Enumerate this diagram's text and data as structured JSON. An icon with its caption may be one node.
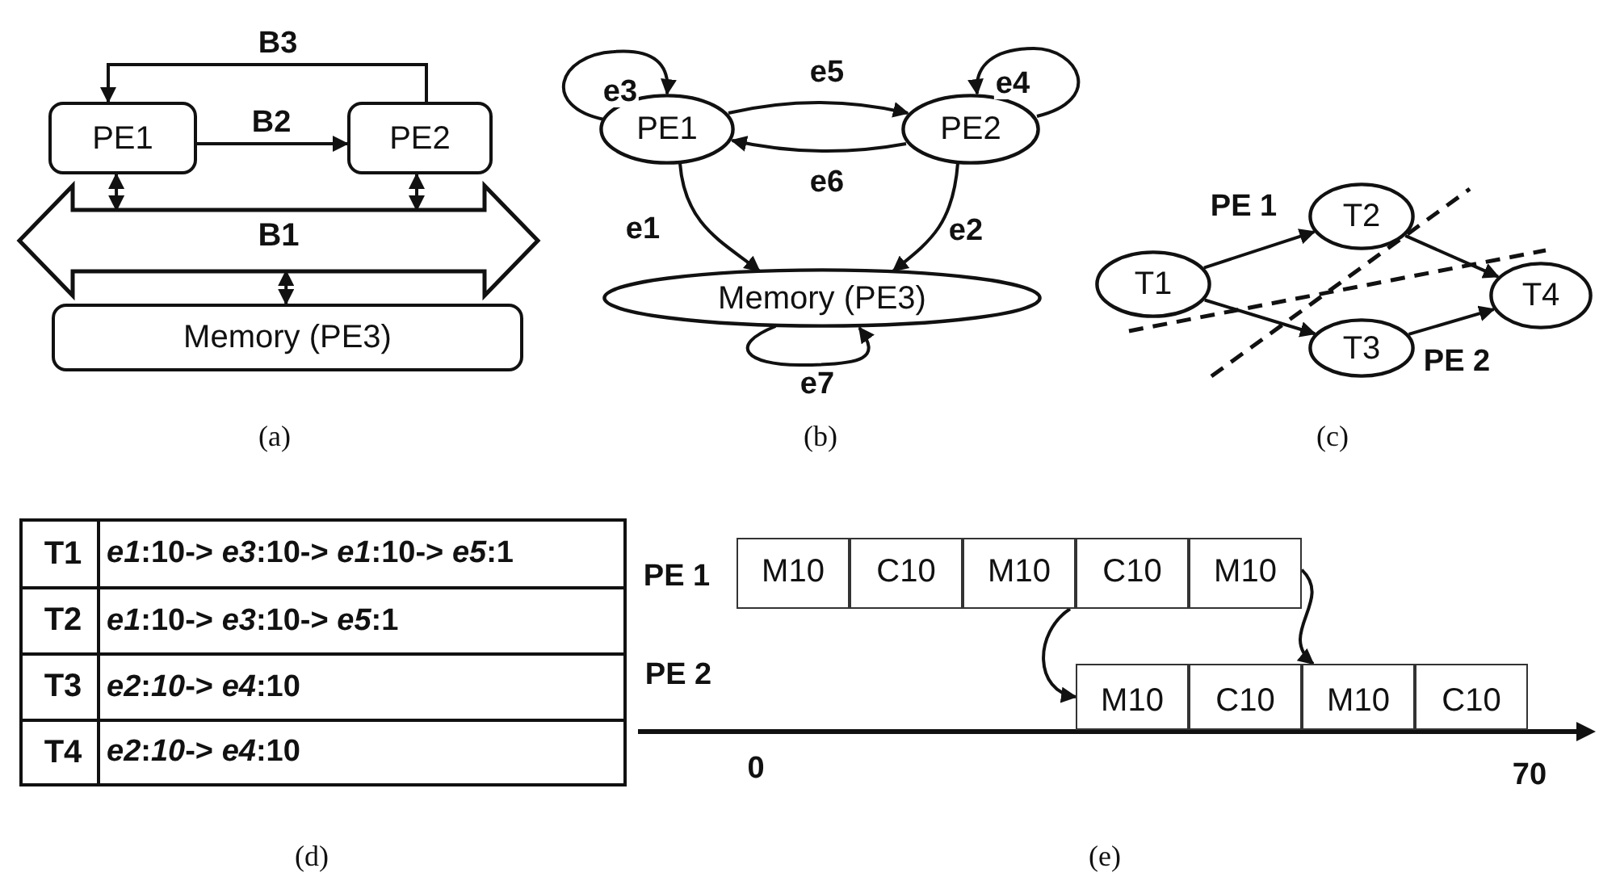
{
  "diagram": {
    "nodes": [
      {
        "text": [
          "PE1"
        ]
      },
      {
        "text": [
          "PE2"
        ]
      },
      {
        "text": [
          "B1"
        ]
      },
      {
        "text": [
          "Memory (PE3)"
        ]
      },
      {
        "text": [
          "PE1"
        ]
      },
      {
        "text": [
          "PE2"
        ]
      },
      {
        "text": [
          "Memory (PE3)"
        ]
      },
      {
        "text": [
          "T1"
        ]
      },
      {
        "text": [
          "T2"
        ]
      },
      {
        "text": [
          "T3"
        ]
      },
      {
        "text": [
          "T4"
        ]
      },
      {
        "text": [
          "M10"
        ]
      },
      {
        "text": [
          "C10"
        ]
      },
      {
        "text": [
          "M10"
        ]
      },
      {
        "text": [
          "C10"
        ]
      },
      {
        "text": [
          "M10"
        ]
      },
      {
        "text": [
          "M10"
        ]
      },
      {
        "text": [
          "C10"
        ]
      },
      {
        "text": [
          "M10"
        ]
      },
      {
        "text": [
          "C10"
        ]
      }
    ],
    "edges": [
      {
        "from": 1,
        "to": 0,
        "arrow": "to",
        "label": "B3"
      },
      {
        "from": 0,
        "to": 1,
        "arrow": "to",
        "label": "B2"
      },
      {
        "from": 0,
        "to": 2,
        "arrow": "both"
      },
      {
        "from": 1,
        "to": 2,
        "arrow": "both"
      },
      {
        "from": 2,
        "to": 3,
        "arrow": "both"
      },
      {
        "from": 4,
        "to": 4,
        "arrow": "to",
        "label": "e3"
      },
      {
        "from": 4,
        "to": 5,
        "arrow": "to",
        "label": "e5"
      },
      {
        "from": 5,
        "to": 5,
        "arrow": "to",
        "label": "e4"
      },
      {
        "from": 5,
        "to": 4,
        "arrow": "to",
        "label": "e6"
      },
      {
        "from": 4,
        "to": 6,
        "arrow": "to",
        "label": "e1"
      },
      {
        "from": 5,
        "to": 6,
        "arrow": "to",
        "label": "e2"
      },
      {
        "from": 6,
        "to": 6,
        "arrow": "to",
        "label": "e7"
      },
      {
        "from": 7,
        "to": 8,
        "arrow": "to"
      },
      {
        "from": 7,
        "to": 9,
        "arrow": "to"
      },
      {
        "from": 8,
        "to": 10,
        "arrow": "to"
      },
      {
        "from": 9,
        "to": 10,
        "arrow": "to"
      },
      {
        "from": 13,
        "to": 16,
        "arrow": "to"
      },
      {
        "from": 15,
        "to": 18,
        "arrow": "to"
      }
    ],
    "labels": [
      "(a)",
      "(b)",
      "PE 1",
      "PE 2",
      "(c)",
      "T1",
      "*e1*:10-> *e3*:10-> *e1*:10-> *e5*:1",
      "T2",
      "*e1*:10-> *e3*:10-> *e5*:1",
      "T3",
      "*e2*:*10*-> *e4*:10",
      "T4",
      "*e2*:*10*-> *e4*:10",
      "PE 1",
      "PE 2",
      "0",
      "70",
      "(d)",
      "(e)"
    ]
  }
}
